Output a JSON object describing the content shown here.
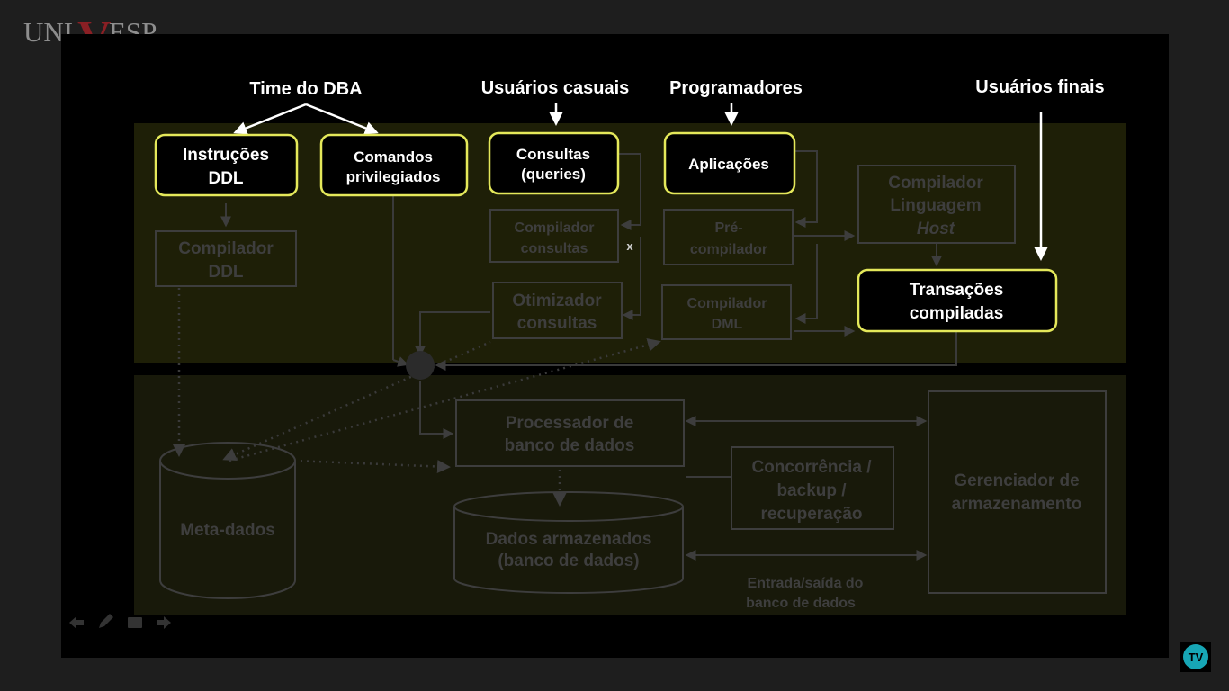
{
  "logo": {
    "part1": "UNI",
    "part2": "V",
    "part3": "ESP"
  },
  "groups": {
    "dba_team": "Time do DBA",
    "casual_users": "Usuários casuais",
    "programmers": "Programadores",
    "end_users": "Usuários finais"
  },
  "nodes": {
    "ddl_statements": [
      "Instruções",
      "DDL"
    ],
    "privileged_commands": [
      "Comandos",
      "privilegiados"
    ],
    "queries": [
      "Consultas",
      "(queries)"
    ],
    "applications": "Aplicações",
    "host_compiler": [
      "Compilador",
      "Linguagem",
      "Host"
    ],
    "ddl_compiler": [
      "Compilador",
      "DDL"
    ],
    "query_compiler": [
      "Compilador",
      "consultas"
    ],
    "precompiler": [
      "Pré-",
      "compilador"
    ],
    "query_optimizer": [
      "Otimizador",
      "consultas"
    ],
    "dml_compiler": [
      "Compilador",
      "DML"
    ],
    "compiled_transactions": [
      "Transações",
      "compiladas"
    ],
    "db_processor": [
      "Processador de",
      "banco de dados"
    ],
    "concurrency": [
      "Concorrência /",
      "backup /",
      "recuperação"
    ],
    "storage_manager": [
      "Gerenciador de",
      "armazenamento"
    ],
    "metadata": "Meta-dados",
    "stored_data": [
      "Dados armazenados",
      "(banco de dados)"
    ],
    "io_label": [
      "Entrada/saída do",
      "banco de dados"
    ],
    "cursor_mark": "x"
  },
  "colors": {
    "highlight_border": "#e4e85a",
    "dim_border": "#3d3d3d",
    "dim_text": "#3e3e3e",
    "top_panel": "#1e1f07",
    "bottom_panel": "#18190a"
  },
  "bottom_nav": [
    "arrow-left-icon",
    "pen-icon",
    "screen-icon",
    "arrow-right-icon"
  ],
  "tv_badge": "TV"
}
